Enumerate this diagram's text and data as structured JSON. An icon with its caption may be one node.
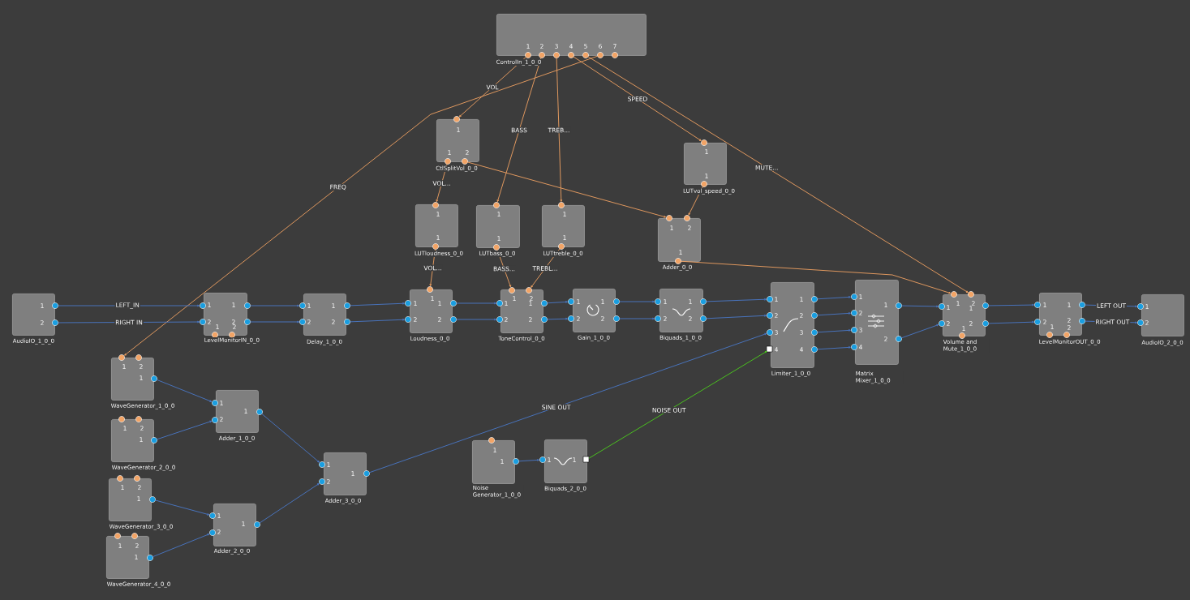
{
  "diagram": {
    "nodes": [
      {
        "text": [
          "1",
          "2",
          "3",
          "4",
          "5",
          "6",
          "7",
          "ControlIn_1_0_0"
        ]
      },
      {
        "text": [
          "1",
          "1",
          "2",
          "CtlSplitVol_0_0"
        ]
      },
      {
        "text": [
          "1",
          "1",
          "LUTvol_speed_0_0"
        ]
      },
      {
        "text": [
          "1",
          "1",
          "LUTloudness_0_0"
        ]
      },
      {
        "text": [
          "1",
          "1",
          "LUTbass_0_0"
        ]
      },
      {
        "text": [
          "1",
          "1",
          "LUTtreble_0_0"
        ]
      },
      {
        "text": [
          "1",
          "2",
          "1",
          "Adder_0_0"
        ]
      },
      {
        "text": [
          "1",
          "2",
          "AudioIO_1_0_0"
        ]
      },
      {
        "text": [
          "1",
          "1",
          "2",
          "2",
          "1",
          "2",
          "LevelMonitorIN_0_0"
        ]
      },
      {
        "text": [
          "1",
          "1",
          "2",
          "2",
          "Delay_1_0_0"
        ]
      },
      {
        "text": [
          "1",
          "1",
          "1",
          "2",
          "2",
          "Loudness_0_0"
        ]
      },
      {
        "text": [
          "1",
          "2",
          "1",
          "1",
          "2",
          "2",
          "ToneControl_0_0"
        ]
      },
      {
        "text": [
          "1",
          "1",
          "2",
          "2",
          "Gain_1_0_0"
        ]
      },
      {
        "text": [
          "1",
          "1",
          "2",
          "2",
          "Biquads_1_0_0"
        ]
      },
      {
        "text": [
          "1",
          "1",
          "2",
          "2",
          "3",
          "3",
          "4",
          "4",
          "Limiter_1_0_0"
        ]
      },
      {
        "text": [
          "1",
          "2",
          "3",
          "4",
          "1",
          "2",
          "Matrix Mixer_1_0_0"
        ]
      },
      {
        "text": [
          "1",
          "2",
          "1",
          "1",
          "2",
          "2",
          "1",
          "Volume and Mute_1_0_0"
        ]
      },
      {
        "text": [
          "1",
          "1",
          "2",
          "2",
          "1",
          "2",
          "LevelMonitorOUT_0_0"
        ]
      },
      {
        "text": [
          "1",
          "2",
          "AudioIO_2_0_0"
        ]
      },
      {
        "text": [
          "1",
          "2",
          "1",
          "WaveGenerator_1_0_0"
        ]
      },
      {
        "text": [
          "1",
          "2",
          "1",
          "WaveGenerator_2_0_0"
        ]
      },
      {
        "text": [
          "1",
          "2",
          "1",
          "Adder_1_0_0"
        ]
      },
      {
        "text": [
          "1",
          "2",
          "1",
          "WaveGenerator_3_0_0"
        ]
      },
      {
        "text": [
          "1",
          "2",
          "1",
          "WaveGenerator_4_0_0"
        ]
      },
      {
        "text": [
          "1",
          "2",
          "1",
          "Adder_2_0_0"
        ]
      },
      {
        "text": [
          "1",
          "2",
          "1",
          "Adder_3_0_0"
        ]
      },
      {
        "text": [
          "1",
          "1",
          "Noise Generator_1_0_0"
        ]
      },
      {
        "text": [
          "1",
          "1",
          "Biquads_2_0_0"
        ]
      }
    ],
    "edges": [
      {
        "from": 0,
        "to": 1,
        "arrow": "to",
        "label": "VOL",
        "color": "#f0a262"
      },
      {
        "from": 0,
        "to": 4,
        "arrow": "to",
        "label": "BASS",
        "color": "#f0a262"
      },
      {
        "from": 0,
        "to": 5,
        "arrow": "to",
        "label": "TREB...",
        "color": "#f0a262"
      },
      {
        "from": 0,
        "to": 2,
        "arrow": "to",
        "label": "SPEED",
        "color": "#f0a262"
      },
      {
        "from": 0,
        "to": 16,
        "arrow": "to",
        "label": "MUTE...",
        "color": "#f0a262"
      },
      {
        "from": 0,
        "to": 19,
        "arrow": "to",
        "label": "FREQ",
        "color": "#f0a262"
      },
      {
        "from": 1,
        "to": 3,
        "arrow": "to",
        "label": "VOL...",
        "color": "#f0a262"
      },
      {
        "from": 1,
        "to": 6,
        "arrow": "to",
        "color": "#f0a262"
      },
      {
        "from": 2,
        "to": 6,
        "arrow": "to",
        "color": "#f0a262"
      },
      {
        "from": 3,
        "to": 10,
        "arrow": "to",
        "label": "VOL...",
        "color": "#f0a262"
      },
      {
        "from": 4,
        "to": 11,
        "arrow": "to",
        "label": "BASS...",
        "color": "#f0a262"
      },
      {
        "from": 5,
        "to": 11,
        "arrow": "to",
        "label": "TREBL...",
        "color": "#f0a262"
      },
      {
        "from": 6,
        "to": 16,
        "arrow": "to",
        "color": "#f0a262"
      },
      {
        "from": 7,
        "to": 8,
        "arrow": "to",
        "label": "LEFT_IN"
      },
      {
        "from": 7,
        "to": 8,
        "arrow": "to",
        "label": "RIGHT IN"
      },
      {
        "from": 8,
        "to": 9,
        "arrow": "to"
      },
      {
        "from": 8,
        "to": 9,
        "arrow": "to"
      },
      {
        "from": 9,
        "to": 10,
        "arrow": "to"
      },
      {
        "from": 9,
        "to": 10,
        "arrow": "to"
      },
      {
        "from": 10,
        "to": 11,
        "arrow": "to"
      },
      {
        "from": 10,
        "to": 11,
        "arrow": "to"
      },
      {
        "from": 11,
        "to": 12,
        "arrow": "to"
      },
      {
        "from": 11,
        "to": 12,
        "arrow": "to"
      },
      {
        "from": 12,
        "to": 13,
        "arrow": "to"
      },
      {
        "from": 12,
        "to": 13,
        "arrow": "to"
      },
      {
        "from": 13,
        "to": 14,
        "arrow": "to"
      },
      {
        "from": 13,
        "to": 14,
        "arrow": "to"
      },
      {
        "from": 14,
        "to": 15,
        "arrow": "to"
      },
      {
        "from": 14,
        "to": 15,
        "arrow": "to"
      },
      {
        "from": 14,
        "to": 15,
        "arrow": "to"
      },
      {
        "from": 14,
        "to": 15,
        "arrow": "to"
      },
      {
        "from": 15,
        "to": 16,
        "arrow": "to"
      },
      {
        "from": 15,
        "to": 16,
        "arrow": "to"
      },
      {
        "from": 16,
        "to": 17,
        "arrow": "to"
      },
      {
        "from": 16,
        "to": 17,
        "arrow": "to"
      },
      {
        "from": 17,
        "to": 18,
        "arrow": "to",
        "label": "LEFT OUT"
      },
      {
        "from": 17,
        "to": 18,
        "arrow": "to",
        "label": "RIGHT OUT"
      },
      {
        "from": 19,
        "to": 21,
        "arrow": "to"
      },
      {
        "from": 20,
        "to": 21,
        "arrow": "to"
      },
      {
        "from": 22,
        "to": 24,
        "arrow": "to"
      },
      {
        "from": 23,
        "to": 24,
        "arrow": "to"
      },
      {
        "from": 21,
        "to": 25,
        "arrow": "to"
      },
      {
        "from": 24,
        "to": 25,
        "arrow": "to"
      },
      {
        "from": 25,
        "to": 14,
        "arrow": "to",
        "label": "SINE OUT"
      },
      {
        "from": 26,
        "to": 27,
        "arrow": "to"
      },
      {
        "from": 27,
        "to": 14,
        "arrow": "to",
        "label": "NOISE OUT",
        "color": "#4ccf1c"
      }
    ]
  }
}
